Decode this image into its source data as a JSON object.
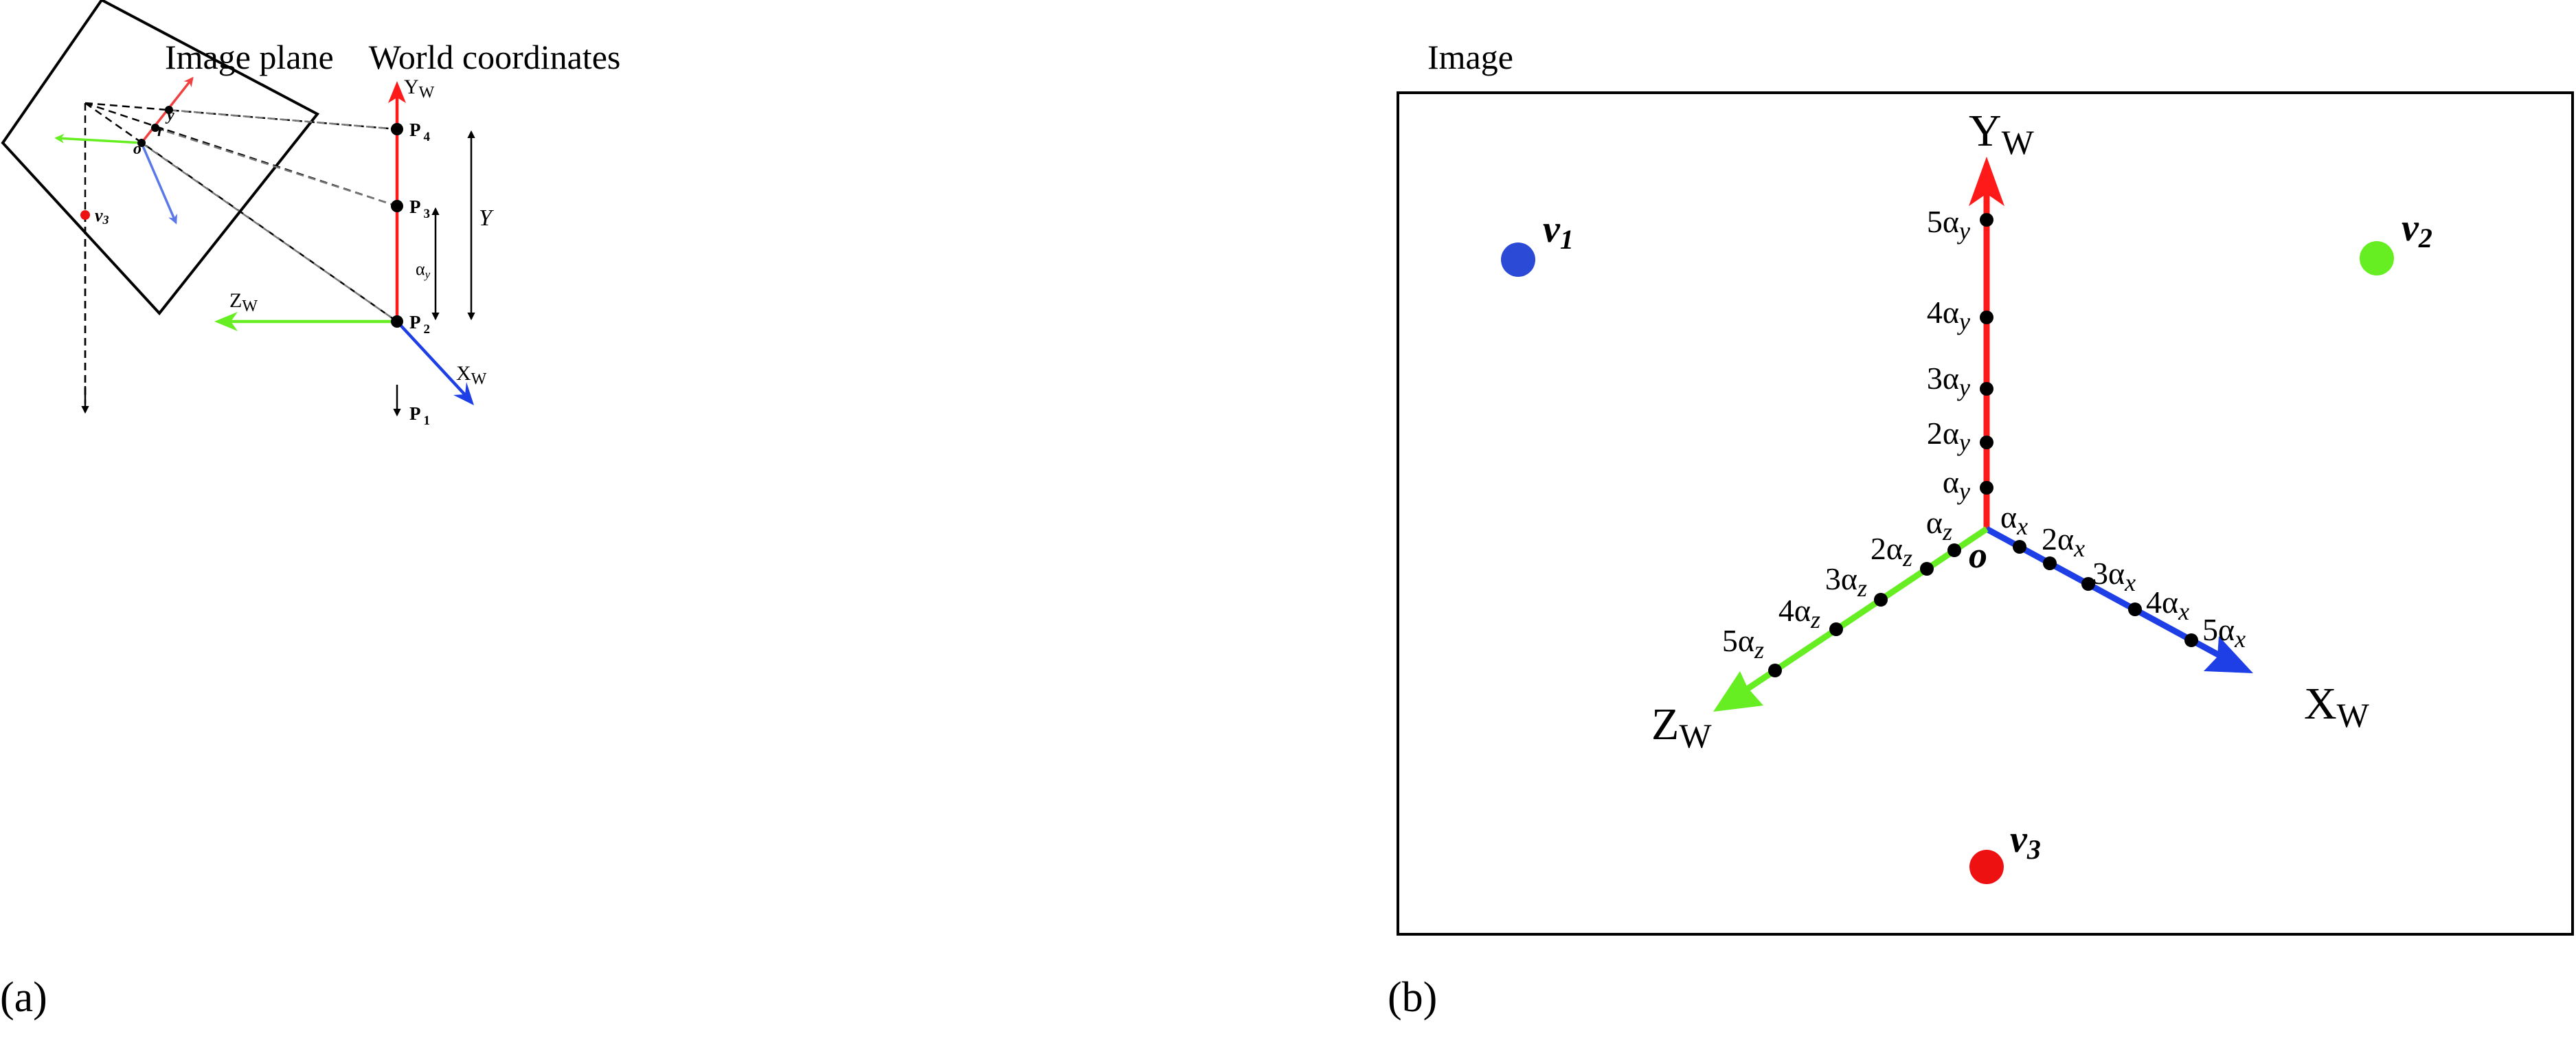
{
  "panel_a": {
    "label": "(a)",
    "image_plane_title": "Image plane",
    "world_title": "World coordinates",
    "axis_y": {
      "main": "Y",
      "sub": "W"
    },
    "axis_z": {
      "main": "Z",
      "sub": "W"
    },
    "axis_x": {
      "main": "X",
      "sub": "W"
    },
    "points": [
      {
        "main": "P",
        "sub": "4"
      },
      {
        "main": "P",
        "sub": "3"
      },
      {
        "main": "P",
        "sub": "2"
      },
      {
        "main": "P",
        "sub": "1"
      }
    ],
    "dim_alpha": {
      "main": "α",
      "sub": "y"
    },
    "dim_Y": "Y",
    "plane_labels": {
      "y": "y",
      "r": "r",
      "o": "o"
    },
    "v3": {
      "main": "v",
      "sub": "3"
    }
  },
  "panel_b": {
    "label": "(b)",
    "title": "Image",
    "axis_y": {
      "main": "Y",
      "sub": "W"
    },
    "axis_x": {
      "main": "X",
      "sub": "W"
    },
    "axis_z": {
      "main": "Z",
      "sub": "W"
    },
    "origin": "o",
    "v1": {
      "main": "v",
      "sub": "1"
    },
    "v2": {
      "main": "v",
      "sub": "2"
    },
    "v3": {
      "main": "v",
      "sub": "3"
    },
    "ticks_y": [
      {
        "pre": "",
        "a": "α",
        "sub": "y"
      },
      {
        "pre": "2",
        "a": "α",
        "sub": "y"
      },
      {
        "pre": "3",
        "a": "α",
        "sub": "y"
      },
      {
        "pre": "4",
        "a": "α",
        "sub": "y"
      },
      {
        "pre": "5",
        "a": "α",
        "sub": "y"
      }
    ],
    "ticks_x": [
      {
        "pre": "",
        "a": "α",
        "sub": "x"
      },
      {
        "pre": "2",
        "a": "α",
        "sub": "x"
      },
      {
        "pre": "3",
        "a": "α",
        "sub": "x"
      },
      {
        "pre": "4",
        "a": "α",
        "sub": "x"
      },
      {
        "pre": "5",
        "a": "α",
        "sub": "x"
      }
    ],
    "ticks_z": [
      {
        "pre": "",
        "a": "α",
        "sub": "z"
      },
      {
        "pre": "2",
        "a": "α",
        "sub": "z"
      },
      {
        "pre": "3",
        "a": "α",
        "sub": "z"
      },
      {
        "pre": "4",
        "a": "α",
        "sub": "z"
      },
      {
        "pre": "5",
        "a": "α",
        "sub": "z"
      }
    ]
  },
  "colors": {
    "y_axis": "#ff1a1a",
    "x_axis": "#1f3fe6",
    "z_axis": "#66ee22",
    "light_red": "#f04040",
    "light_blue": "#5a78e8",
    "v1": "#2b4bd6",
    "v2": "#66ee22",
    "v3": "#ee1111"
  }
}
